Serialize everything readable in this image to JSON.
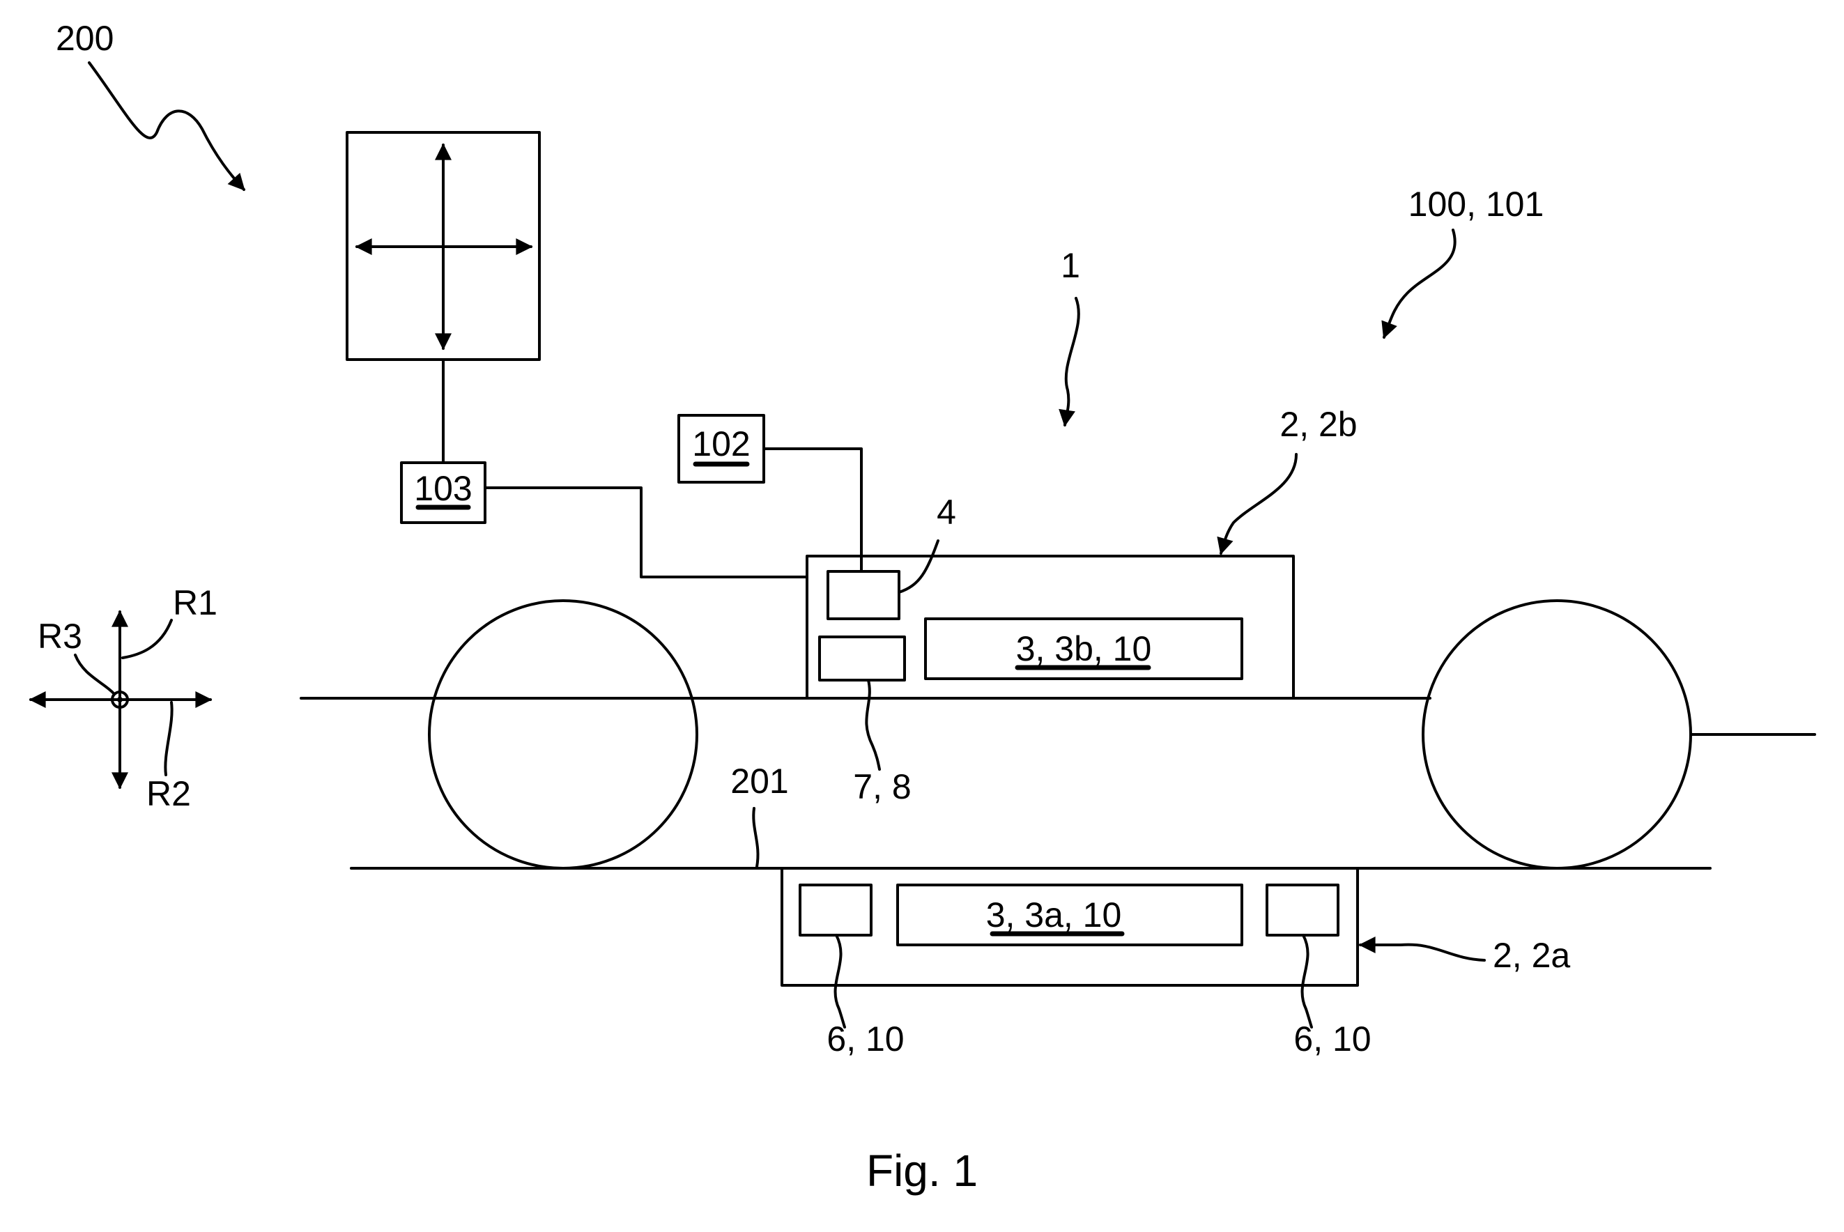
{
  "figure": {
    "caption": "Fig. 1",
    "labels": {
      "system": "200",
      "system_alt": "100, 101",
      "vehicle": "1",
      "unit_upper": "2, 2b",
      "unit_lower": "2, 2a",
      "component_4": "4",
      "component_7_8": "7, 8",
      "box_102": "102",
      "box_103": "103",
      "coil_upper": "3, 3b, 10",
      "coil_lower": "3, 3a, 10",
      "sensor_left": "6, 10",
      "sensor_right": "6, 10",
      "ground": "201",
      "axis_r1": "R1",
      "axis_r2": "R2",
      "axis_r3": "R3"
    }
  }
}
